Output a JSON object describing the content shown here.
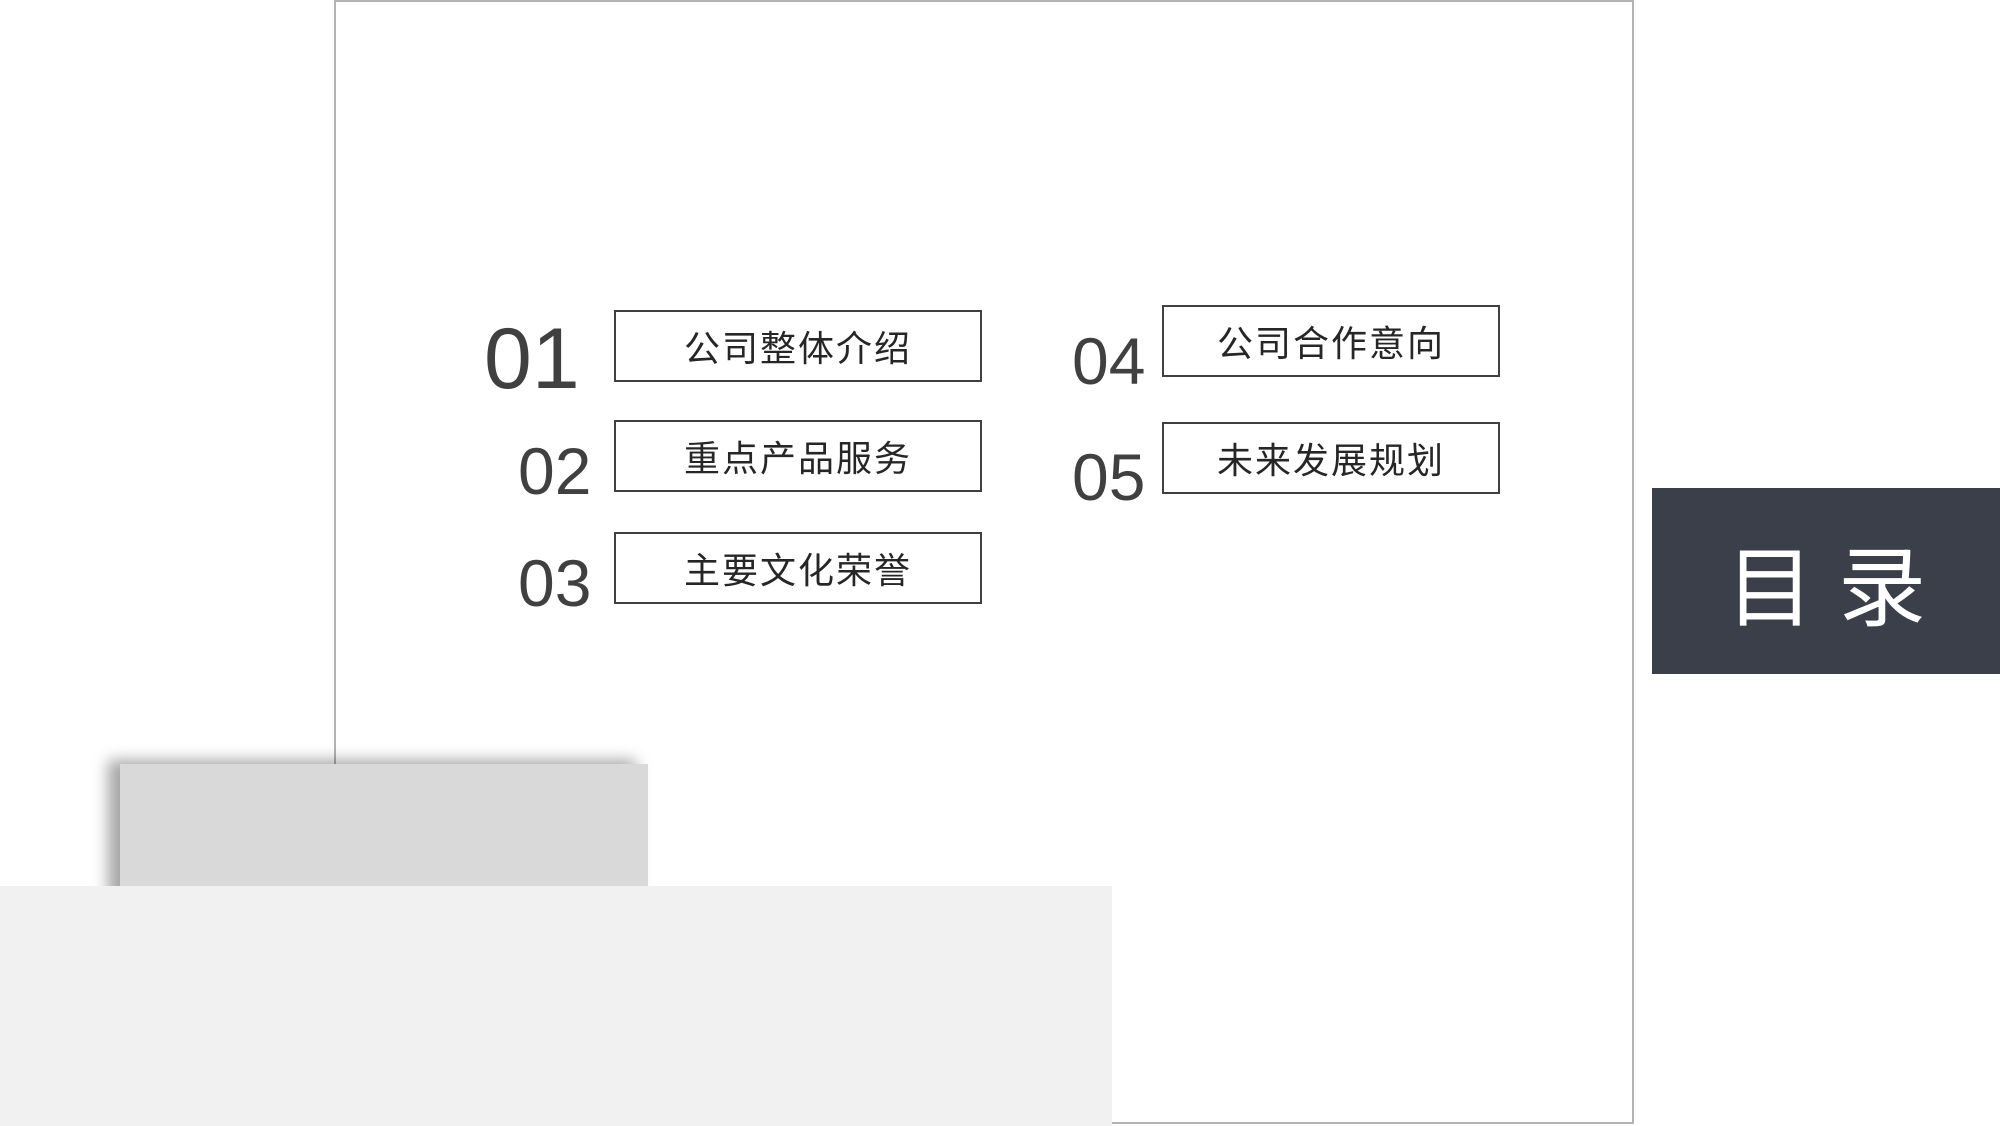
{
  "title": "目录",
  "colors": {
    "title_background": "#3a3f4a",
    "title_text": "#ffffff",
    "number_text": "#404040",
    "item_border": "#404040",
    "frame_border": "#b3b3b3",
    "shadow_block": "#d9d9d9",
    "bottom_band": "#f1f1f1"
  },
  "items": [
    {
      "number": "01",
      "label": "公司整体介绍"
    },
    {
      "number": "02",
      "label": "重点产品服务"
    },
    {
      "number": "03",
      "label": "主要文化荣誉"
    },
    {
      "number": "04",
      "label": "公司合作意向"
    },
    {
      "number": "05",
      "label": "未来发展规划"
    }
  ]
}
